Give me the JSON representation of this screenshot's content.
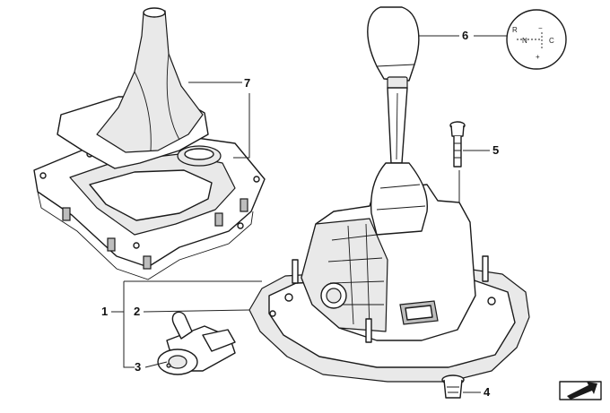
{
  "callouts": [
    {
      "id": "1",
      "label": "1"
    },
    {
      "id": "2",
      "label": "2"
    },
    {
      "id": "3",
      "label": "3"
    },
    {
      "id": "4",
      "label": "4"
    },
    {
      "id": "5",
      "label": "5"
    },
    {
      "id": "6",
      "label": "6"
    },
    {
      "id": "7",
      "label": "7"
    }
  ],
  "shift_pattern": {
    "reverse": "R",
    "neutral": "N",
    "center": "C",
    "plus": "+",
    "minus": "−"
  },
  "colors": {
    "line": "#1a1a1a",
    "shade": "#e9e9e9",
    "background": "#ffffff"
  }
}
